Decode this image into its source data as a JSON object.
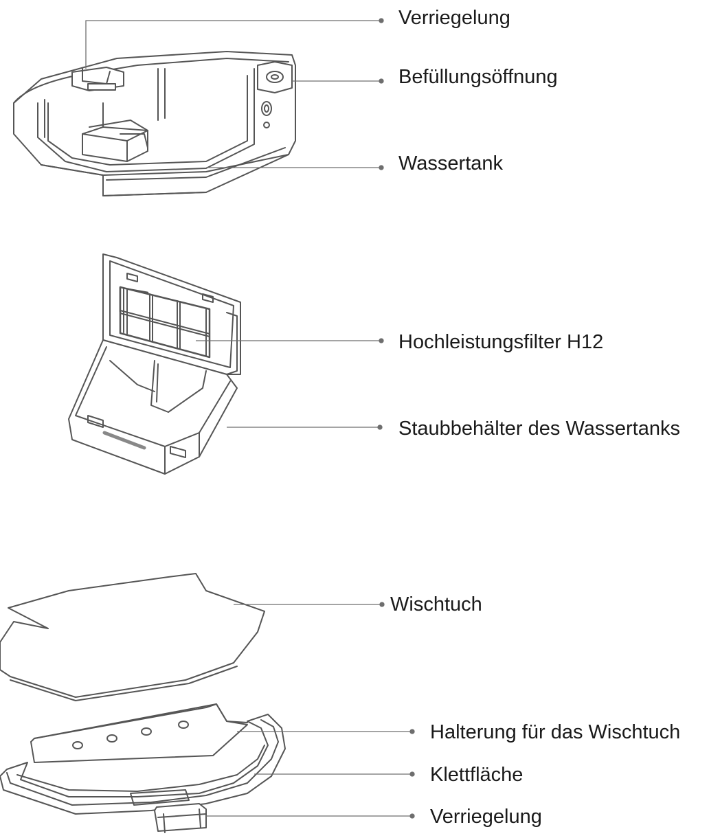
{
  "diagram": {
    "sections": [
      {
        "name": "water-tank",
        "labels": [
          "Verriegelung",
          "Befüllungsöffnung",
          "Wassertank"
        ]
      },
      {
        "name": "dust-box",
        "labels": [
          "Hochleistungsfilter H12",
          "Staubbehälter des Wassertanks"
        ]
      },
      {
        "name": "mop",
        "labels": [
          "Wischtuch",
          "Halterung für das Wischtuch",
          "Klettfläche",
          "Verriegelung"
        ]
      }
    ],
    "colors": {
      "line": "#6e6e6e",
      "text": "#1a1a1a",
      "background": "#ffffff"
    }
  }
}
